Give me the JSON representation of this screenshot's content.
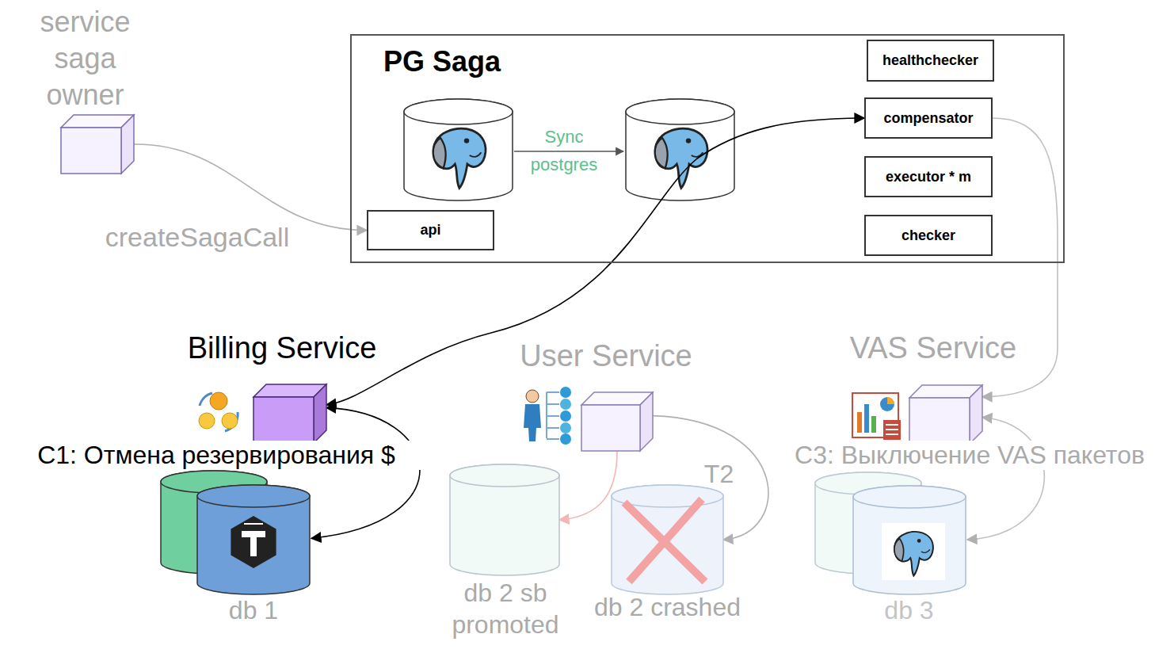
{
  "diagram": {
    "nodes": [
      {
        "text": [
          "service saga owner"
        ]
      },
      {
        "text": [
          "PG Saga"
        ]
      },
      {
        "text": [
          "healthchecker"
        ],
        "in": 1
      },
      {
        "text": [
          "compensator"
        ],
        "in": 1
      },
      {
        "text": [
          "executor * m"
        ],
        "in": 1
      },
      {
        "text": [
          "checker"
        ],
        "in": 1
      },
      {
        "text": [
          "api"
        ],
        "in": 1
      },
      {
        "text": [
          "Billing Service",
          "C1: Отмена резервирования $"
        ]
      },
      {
        "text": [
          "User Service"
        ]
      },
      {
        "text": [
          "VAS Service",
          "C3: Выключение VAS пакетов"
        ]
      },
      {
        "text": [
          "db 1"
        ]
      },
      {
        "text": [
          "db 2 sb promoted"
        ]
      },
      {
        "text": [
          "T2",
          "db 2 crashed"
        ]
      },
      {
        "text": [
          "db 3"
        ]
      }
    ],
    "edges": [
      {
        "from": 0,
        "to": 6,
        "label": "createSagaCall",
        "arrow": "to"
      },
      {
        "from": 3,
        "to": 7,
        "arrow": "both"
      },
      {
        "from": 3,
        "to": 9,
        "arrow": "to"
      },
      {
        "from": 7,
        "to": 10,
        "arrow": "both"
      },
      {
        "from": 8,
        "to": 11,
        "arrow": "to"
      },
      {
        "from": 8,
        "to": 12,
        "arrow": "to"
      },
      {
        "from": 9,
        "to": 13,
        "arrow": "both"
      }
    ],
    "labels": [
      "Sync postgres"
    ]
  }
}
